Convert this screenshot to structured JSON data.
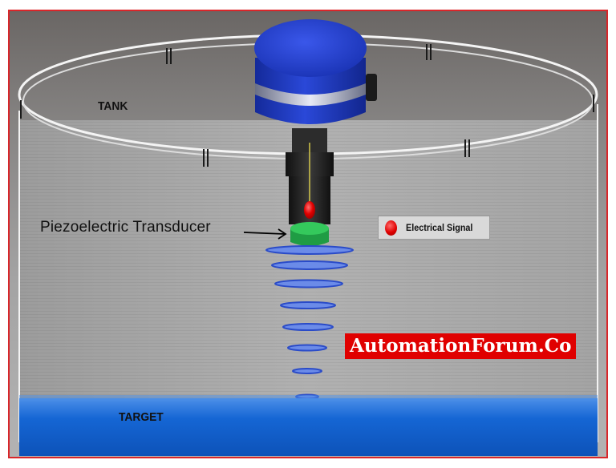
{
  "labels": {
    "tank": "TANK",
    "transducer": "Piezoelectric Transducer",
    "target": "TARGET"
  },
  "legend": {
    "signal_label": "Electrical Signal"
  },
  "watermark": "AutomationForum.Co",
  "colors": {
    "border": "#d9262a",
    "sensor_blue": "#1f3cc8",
    "transducer_green": "#22b14c",
    "signal_red": "#e00000",
    "wave_blue": "#3a63d8",
    "target_blue": "#1464d2",
    "watermark_bg": "#e00000"
  },
  "icons": {
    "signal": "red-oval-signal-icon",
    "arrow": "arrow-right-icon"
  }
}
